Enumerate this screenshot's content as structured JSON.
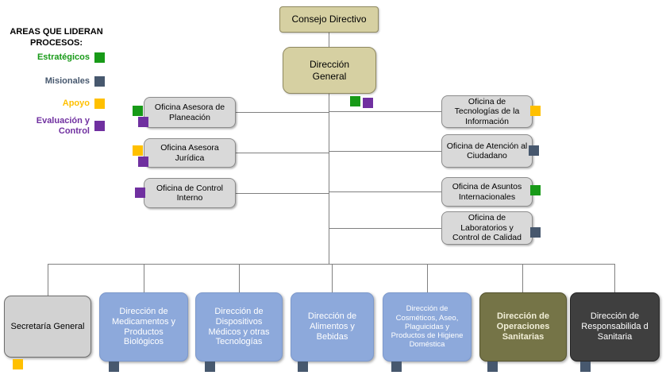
{
  "palette": {
    "green": "#189a18",
    "slate": "#47586e",
    "yellow": "#ffc000",
    "purple": "#7030a0",
    "tan_box": "#d6d0a2",
    "gray_box": "#d9d9d9",
    "blue_box": "#8da9db",
    "olive_box": "#757447",
    "dark_box": "#3f3f3f",
    "line": "#808080"
  },
  "legend": {
    "title": "AREAS QUE LIDERAN PROCESOS:",
    "items": [
      {
        "label": "Estratégicos",
        "color": "#189a18"
      },
      {
        "label": "Misionales",
        "color": "#47586e"
      },
      {
        "label": "Apoyo",
        "color": "#ffc000"
      },
      {
        "label": "Evaluación y Control",
        "color": "#7030a0"
      }
    ]
  },
  "top": {
    "consejo_directivo": "Consejo Directivo",
    "direccion_general": "Dirección General",
    "direccion_markers": [
      "#189a18",
      "#7030a0"
    ]
  },
  "offices_left": [
    {
      "label": "Oficina Asesora de Planeación",
      "markers": [
        "#189a18",
        "#7030a0"
      ]
    },
    {
      "label": "Oficina Asesora Jurídica",
      "markers": [
        "#ffc000",
        "#7030a0"
      ]
    },
    {
      "label": "Oficina de Control Interno",
      "markers": [
        "#7030a0"
      ]
    }
  ],
  "offices_right": [
    {
      "label": "Oficina de Tecnologías de la Información",
      "markers": [
        "#ffc000"
      ]
    },
    {
      "label": "Oficina de Atención al Ciudadano",
      "markers": [
        "#47586e"
      ]
    },
    {
      "label": "Oficina de Asuntos Internacionales",
      "markers": [
        "#189a18"
      ]
    },
    {
      "label": "Oficina de Laboratorios y Control de Calidad",
      "markers": [
        "#47586e"
      ]
    }
  ],
  "bottom": [
    {
      "label": "Secretaría General",
      "bg": "#d2d2d2",
      "text": "#000000",
      "marker": "#ffc000"
    },
    {
      "label": "Dirección de Medicamentos y Productos Biológicos",
      "bg": "#8da9db",
      "text": "#ffffff",
      "marker": "#47586e"
    },
    {
      "label": "Dirección de Dispositivos Médicos y otras Tecnologías",
      "bg": "#8da9db",
      "text": "#ffffff",
      "marker": "#47586e"
    },
    {
      "label": "Dirección de Alimentos y Bebidas",
      "bg": "#8da9db",
      "text": "#ffffff",
      "marker": "#47586e"
    },
    {
      "label": "Dirección de Cosméticos, Aseo, Plaguicidas y Productos de Higiene Doméstica",
      "bg": "#8da9db",
      "text": "#ffffff",
      "marker": "#47586e"
    },
    {
      "label": "Dirección de Operaciones Sanitarias",
      "bg": "#757447",
      "text": "#f2efd8",
      "marker": "#47586e"
    },
    {
      "label": "Dirección de Responsabilida d Sanitaria",
      "bg": "#3f3f3f",
      "text": "#ffffff",
      "marker": "#47586e"
    }
  ]
}
